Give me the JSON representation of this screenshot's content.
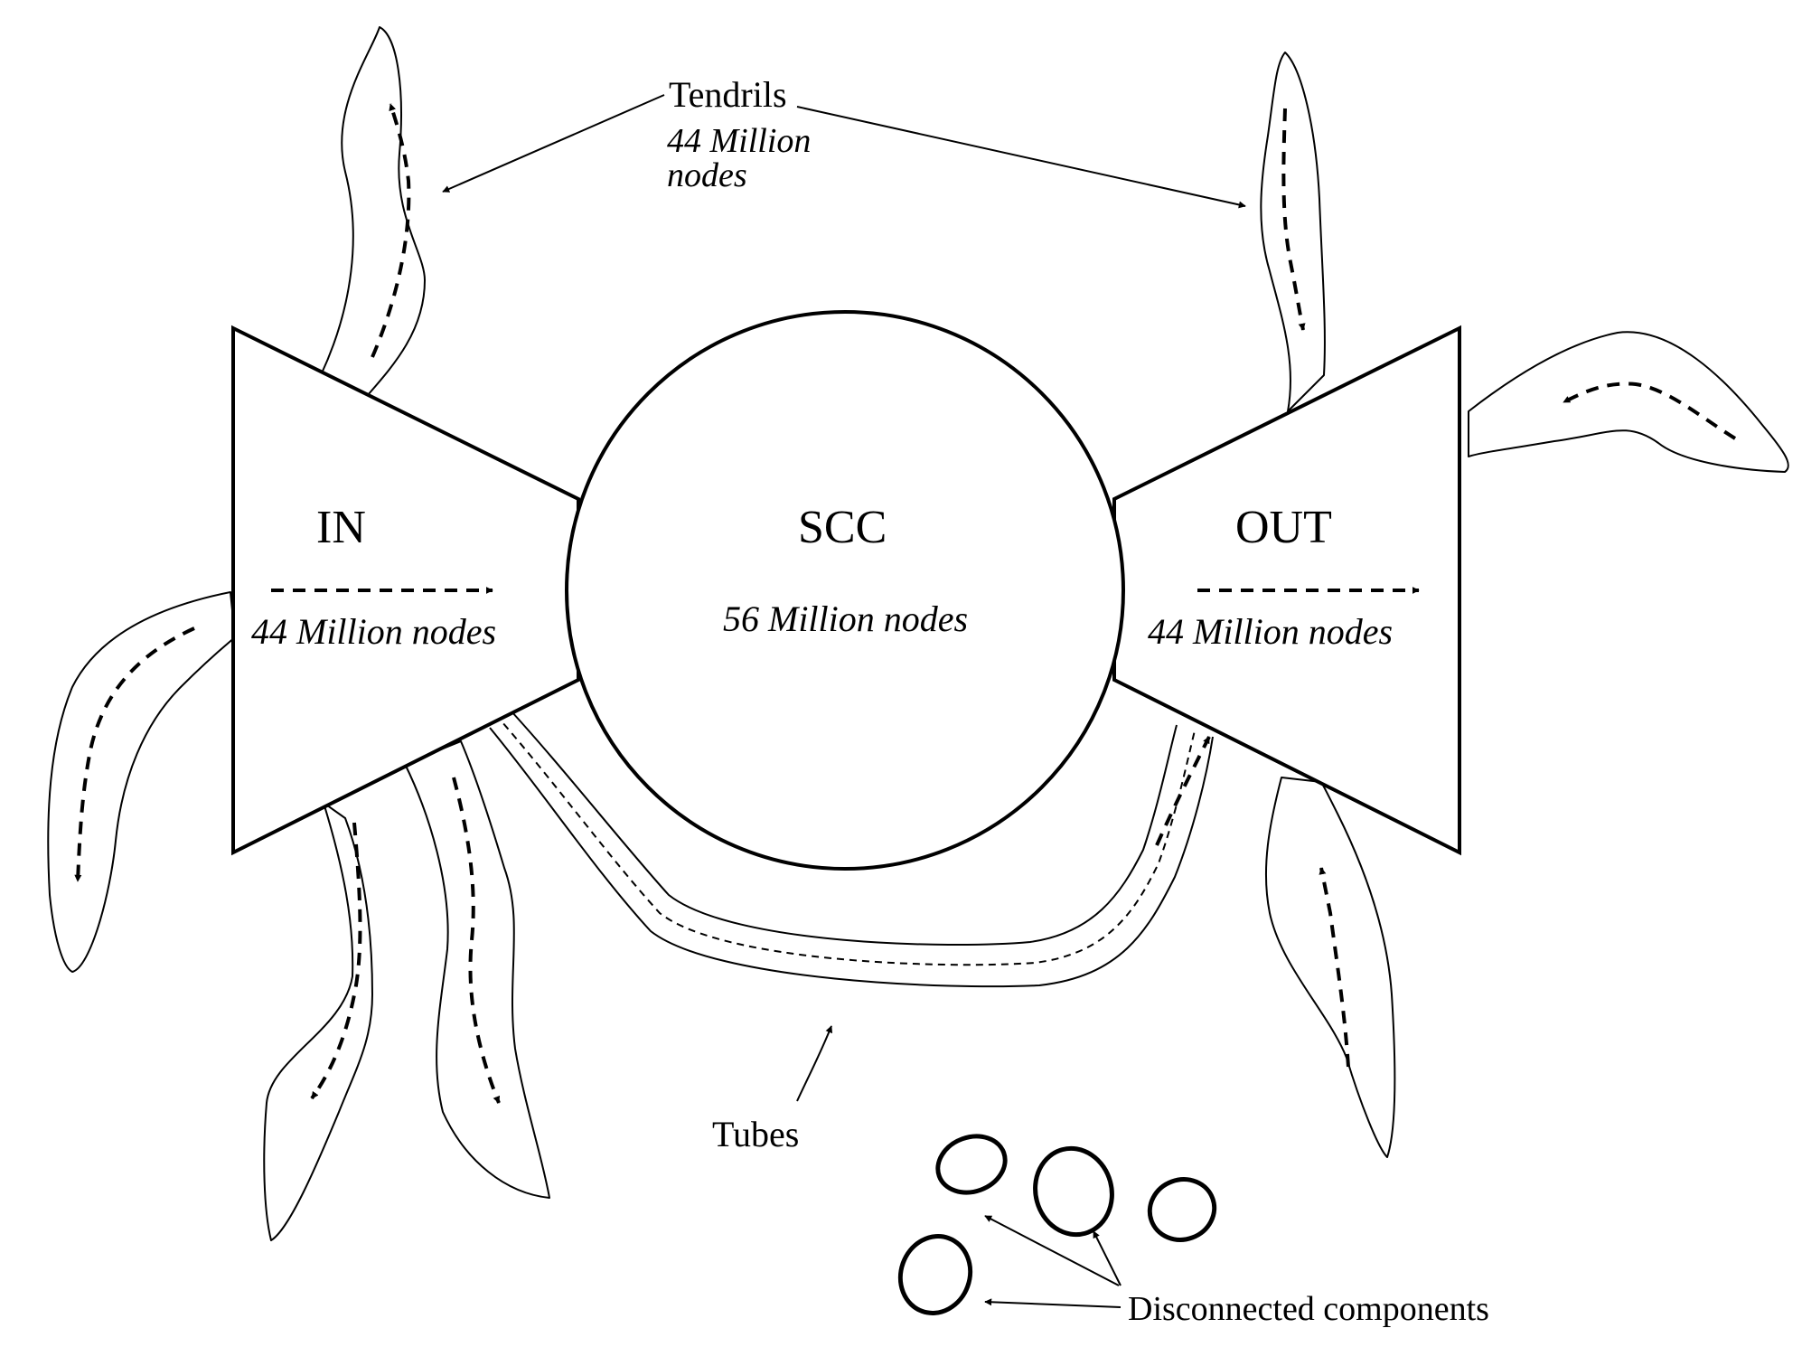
{
  "diagram": {
    "in_component": {
      "label": "IN",
      "count": "44 Million nodes"
    },
    "scc_component": {
      "label": "SCC",
      "count": "56 Million nodes"
    },
    "out_component": {
      "label": "OUT",
      "count": "44 Million nodes"
    },
    "tendrils": {
      "label": "Tendrils",
      "count_line1": "44 Million",
      "count_line2": "nodes"
    },
    "tubes": {
      "label": "Tubes"
    },
    "disconnected": {
      "label": "Disconnected components"
    },
    "colors": {
      "stroke": "#000000",
      "background": "#ffffff"
    }
  }
}
